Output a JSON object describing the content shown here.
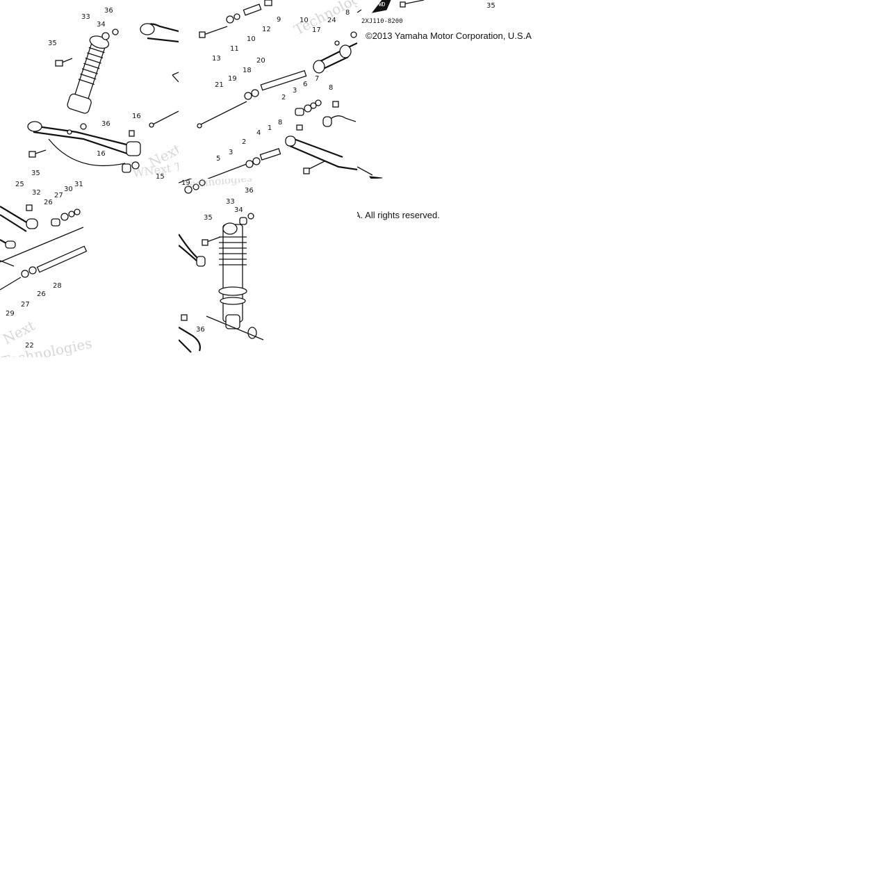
{
  "copyright": {
    "line_1": "©2013 Yamaha Motor Corporation, U.S.A",
    "line_2": "A. All rights reserved."
  },
  "diagram_code": "2XJ110-8200",
  "fwd_mark": "FWD",
  "watermark": {
    "word_1": "Next",
    "word_2": "Technologies",
    "word_3": "WNext Tec"
  },
  "callouts": {
    "t1": [
      "33",
      "36",
      "34",
      "35",
      "36",
      "16",
      "35",
      "16",
      "15"
    ],
    "t2": [
      "13",
      "11",
      "10",
      "12",
      "9",
      "10",
      "17",
      "24",
      "8",
      "20",
      "21",
      "19",
      "18",
      "3",
      "6",
      "7",
      "2",
      "8",
      "8",
      "1",
      "4",
      "3",
      "2",
      "5"
    ],
    "t3": [
      "35"
    ],
    "t4": [
      "25",
      "32",
      "27",
      "30",
      "31",
      "26",
      "28",
      "27",
      "26",
      "29",
      "22"
    ],
    "t5": [
      "19",
      "33",
      "34",
      "36",
      "35",
      "36"
    ]
  }
}
